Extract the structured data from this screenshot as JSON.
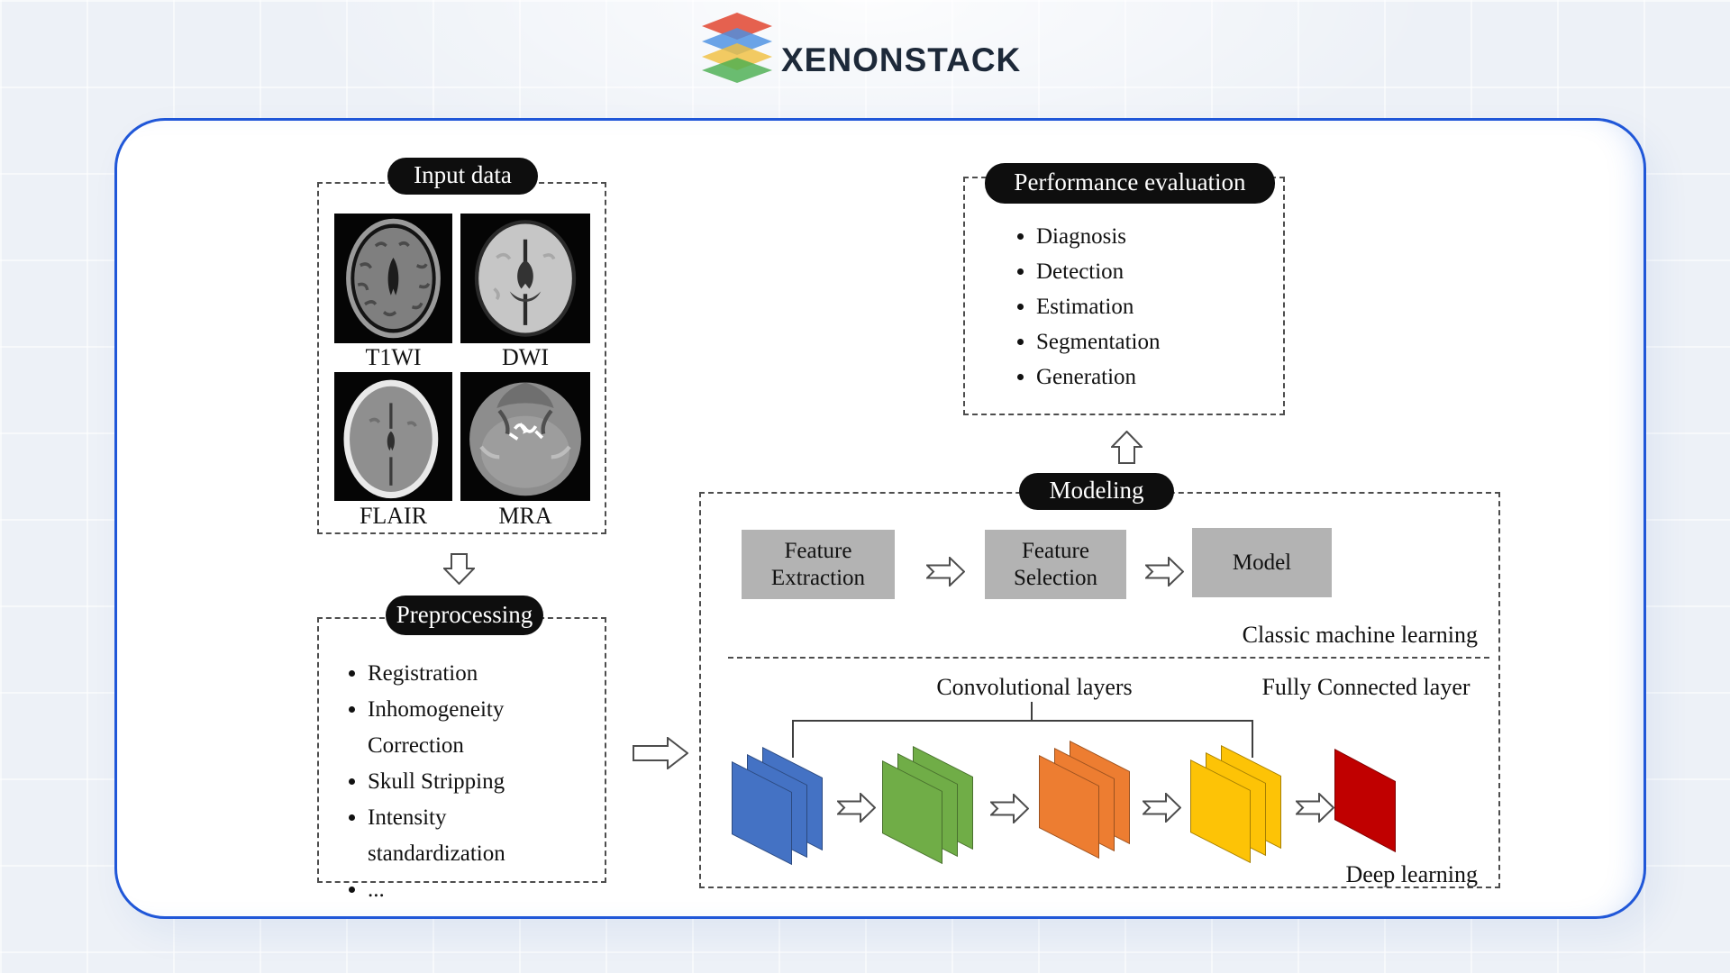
{
  "logo": {
    "text": "XENONSTACK",
    "icon_colors": [
      "#e2503c",
      "#4a90e2",
      "#f0c040",
      "#4caf50"
    ],
    "text_color": "#1d2939"
  },
  "accents": {
    "card_border": "#2057d8",
    "pill_background": "#0e0e0e",
    "gray_box": "#b3b3b3"
  },
  "sections": {
    "input_data": {
      "title": "Input data",
      "images": [
        "T1WI",
        "DWI",
        "FLAIR",
        "MRA"
      ]
    },
    "preprocessing": {
      "title": "Preprocessing",
      "items": [
        "Registration",
        "Inhomogeneity Correction",
        "Skull Stripping",
        "Intensity standardization",
        "..."
      ]
    },
    "modeling": {
      "title": "Modeling",
      "classic": {
        "steps": [
          "Feature Extraction",
          "Feature Selection",
          "Model"
        ],
        "caption": "Classic machine learning"
      },
      "deep": {
        "conv_layers_label": "Convolutional layers",
        "fully_connected_label": "Fully Connected layer",
        "caption": "Deep learning",
        "layer_colors": {
          "blue": "#4472c4",
          "green": "#70ad47",
          "orange": "#ed7d31",
          "yellow": "#fdc306",
          "red": "#c00000"
        }
      }
    },
    "performance": {
      "title": "Performance evaluation",
      "items": [
        "Diagnosis",
        "Detection",
        "Estimation",
        "Segmentation",
        "Generation"
      ]
    }
  }
}
